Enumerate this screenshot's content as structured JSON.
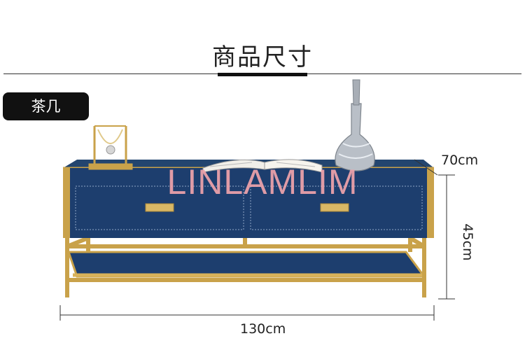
{
  "header": {
    "title": "商品尺寸"
  },
  "category": {
    "label": "茶几"
  },
  "watermark": {
    "text": "LINLAMLIM"
  },
  "dimensions": {
    "depth": "70cm",
    "height": "45cm",
    "width": "130cm"
  },
  "colors": {
    "cabinet_blue": "#1d3e6e",
    "gold": "#c9a24a",
    "badge_bg": "#111111",
    "watermark_pink": "#f0a3ab"
  }
}
